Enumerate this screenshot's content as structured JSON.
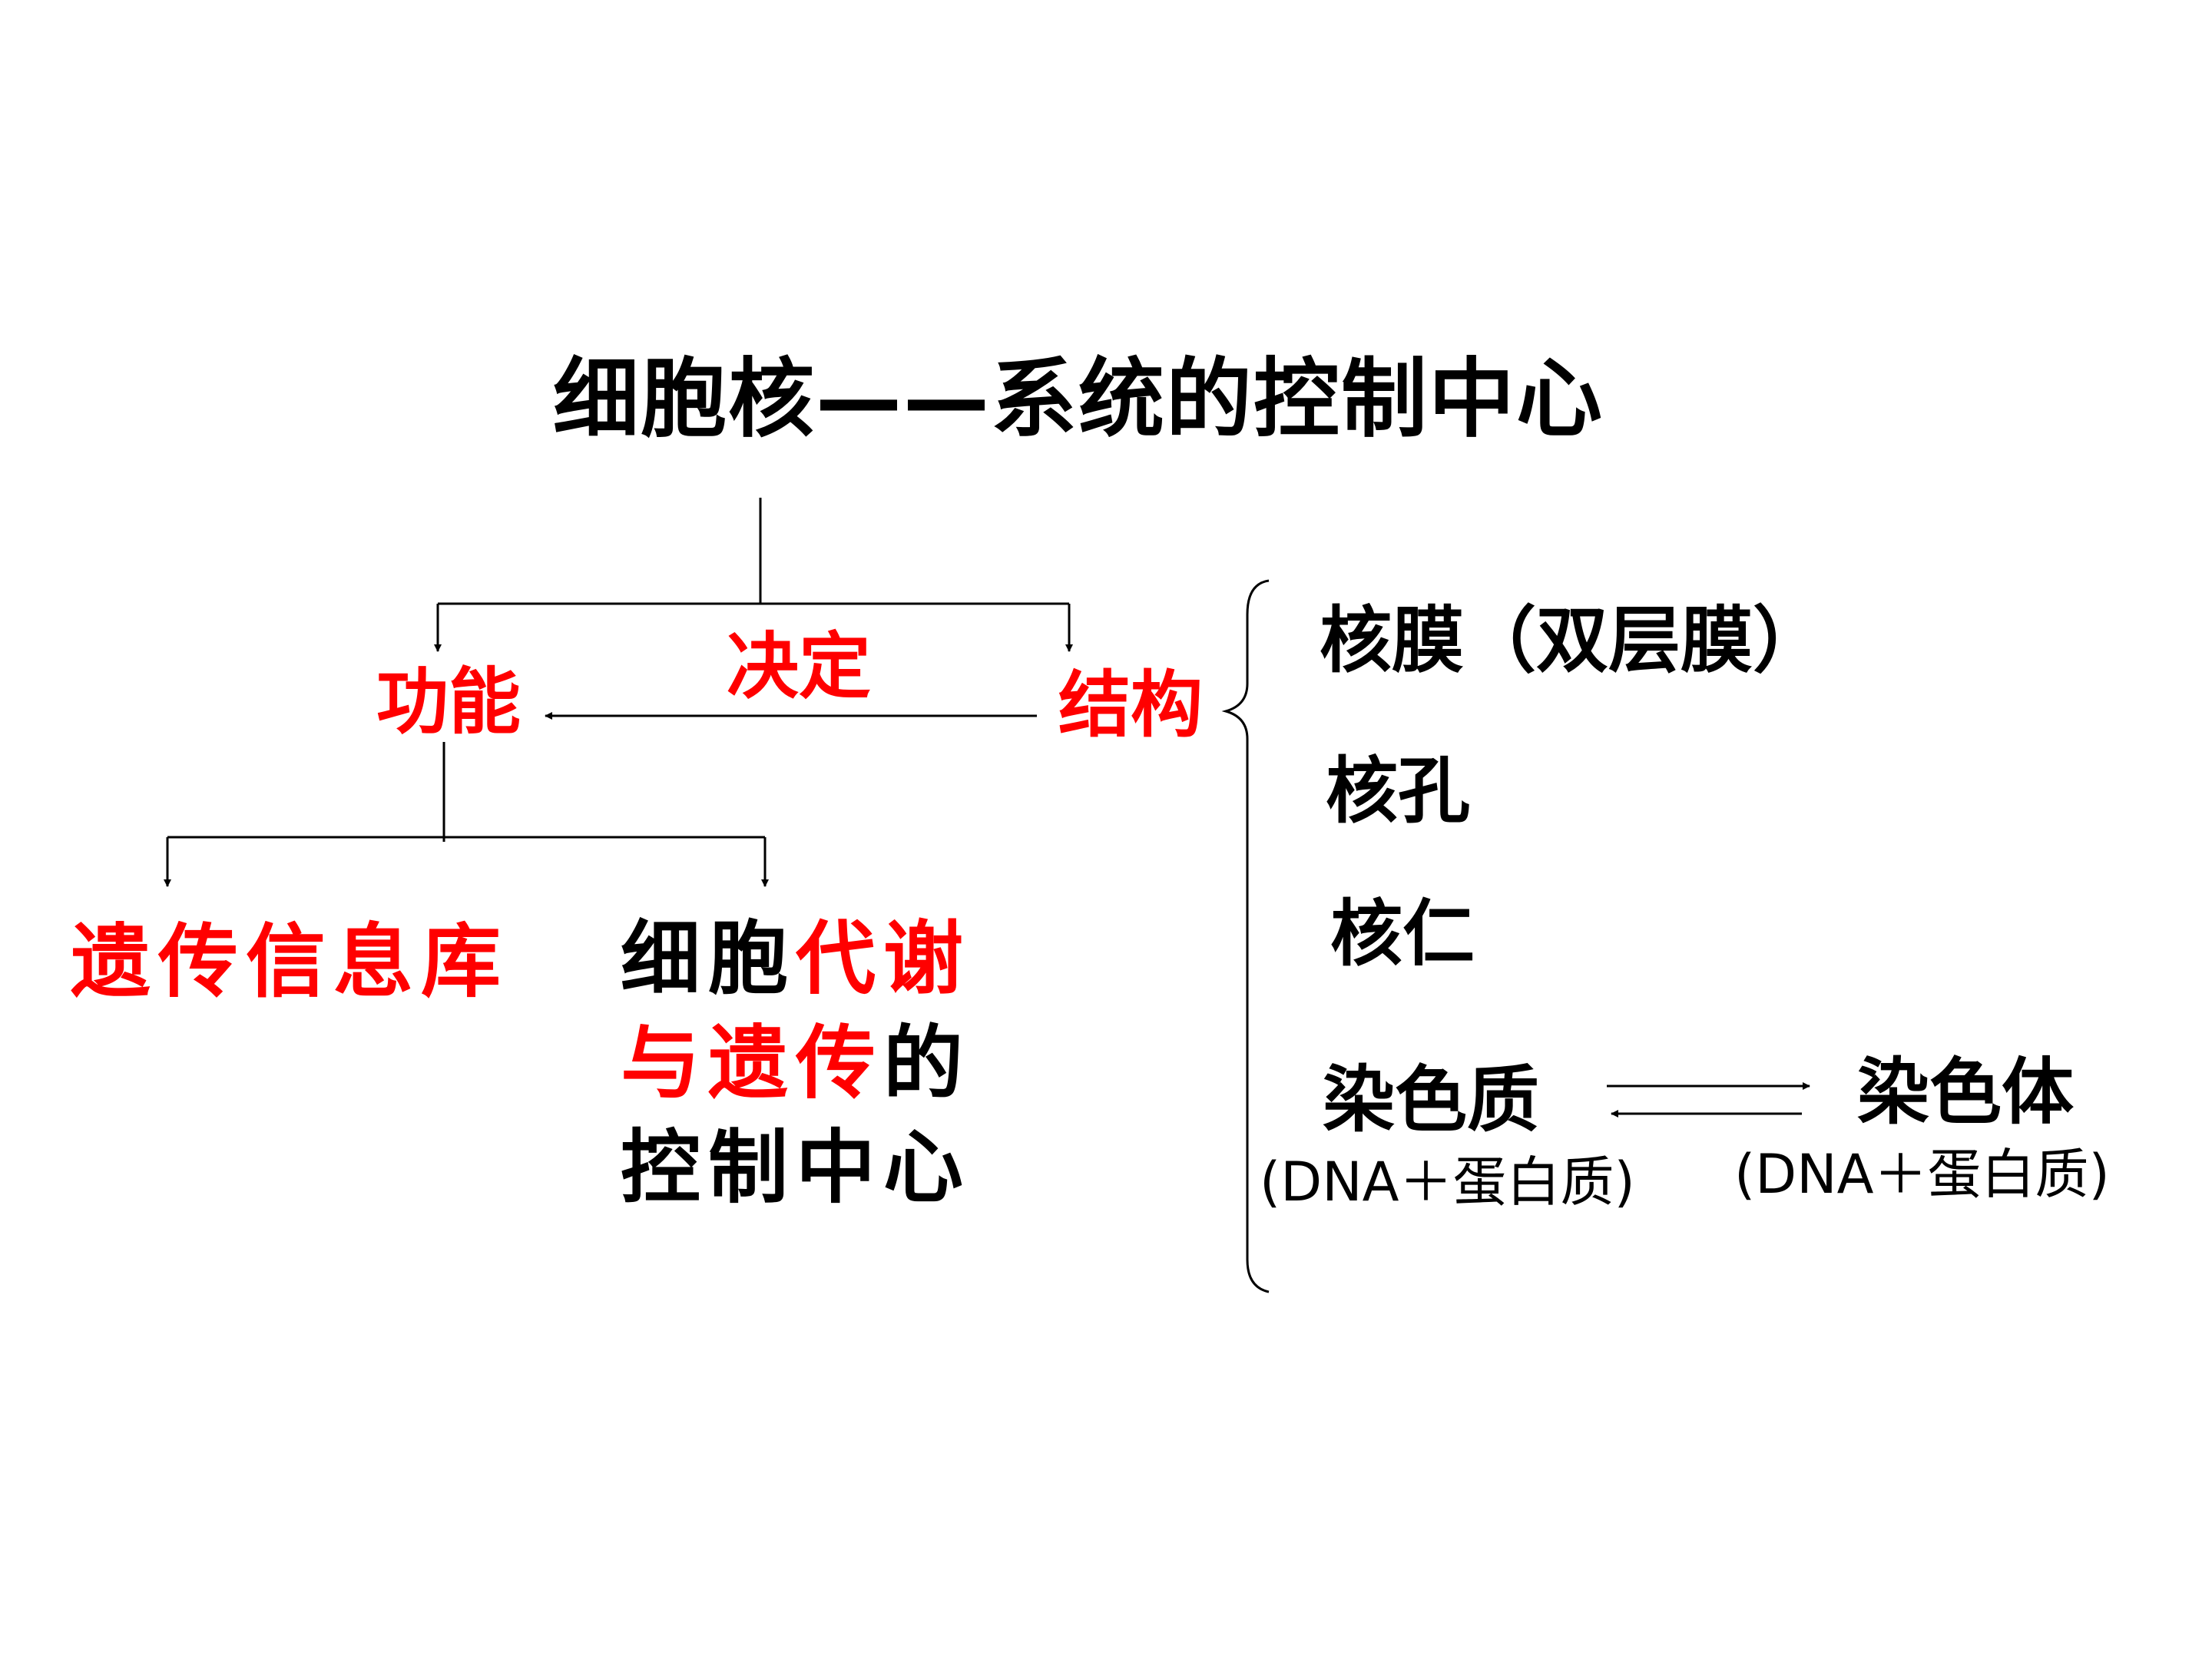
{
  "title": "细胞核——系统的控制中心",
  "nodes": {
    "function": "功能",
    "determines": "决定",
    "structure": "结构",
    "genetic_info_store": "遗传信息库",
    "control_center_line1": {
      "black": "细胞",
      "red": "代谢"
    },
    "control_center_line2": {
      "red": "与遗传",
      "black": "的"
    },
    "control_center_line3": "控制中心"
  },
  "structure_parts": {
    "nuclear_envelope": "核膜（双层膜）",
    "nuclear_pore": "核孔",
    "nucleolus": "核仁",
    "chromatin": "染色质",
    "chromatin_composition": "(DNA＋蛋白质)",
    "chromosome": "染色体",
    "chromosome_composition": "(DNA＋蛋白质)"
  },
  "colors": {
    "text_black": "#000000",
    "text_red": "#ff0000",
    "line": "#000000",
    "background": "#ffffff"
  }
}
